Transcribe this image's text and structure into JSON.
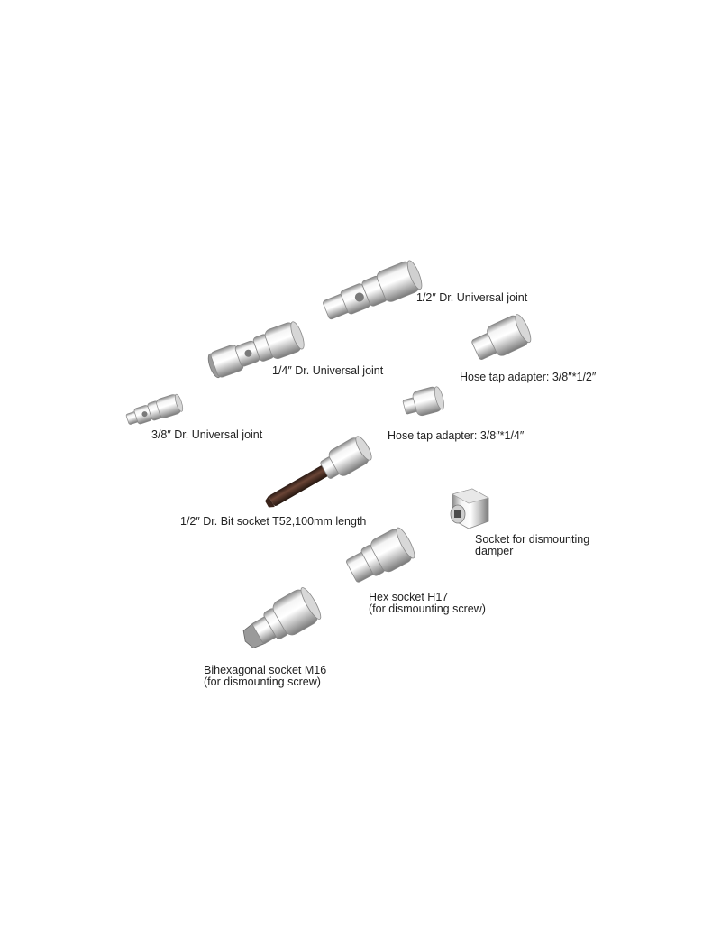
{
  "colors": {
    "background": "#ffffff",
    "chrome_light": "#f2f2f2",
    "chrome_mid": "#c8c8c8",
    "chrome_dark": "#8a8a8a",
    "bit_dark": "#4a2e24",
    "label_text": "#222222"
  },
  "items": [
    {
      "id": "half-universal-joint",
      "lines": [
        "1/2″ Dr. Universal joint"
      ]
    },
    {
      "id": "quarter-universal-joint",
      "lines": [
        "1/4″ Dr. Universal joint"
      ]
    },
    {
      "id": "three-eighths-universal-joint",
      "lines": [
        "3/8″ Dr. Universal joint"
      ]
    },
    {
      "id": "hose-tap-adapter-half",
      "lines": [
        "Hose tap adapter: 3/8″*1/2″"
      ]
    },
    {
      "id": "hose-tap-adapter-quarter",
      "lines": [
        "Hose tap adapter: 3/8″*1/4″"
      ]
    },
    {
      "id": "bit-socket-t52",
      "lines": [
        "1/2″ Dr. Bit socket T52,100mm length"
      ]
    },
    {
      "id": "damper-socket",
      "lines": [
        "Socket for dismounting",
        "damper"
      ]
    },
    {
      "id": "hex-socket-h17",
      "lines": [
        "Hex socket H17",
        "(for dismounting screw)"
      ]
    },
    {
      "id": "bihex-socket-m16",
      "lines": [
        "Bihexagonal socket M16",
        "(for dismounting screw)"
      ]
    }
  ]
}
